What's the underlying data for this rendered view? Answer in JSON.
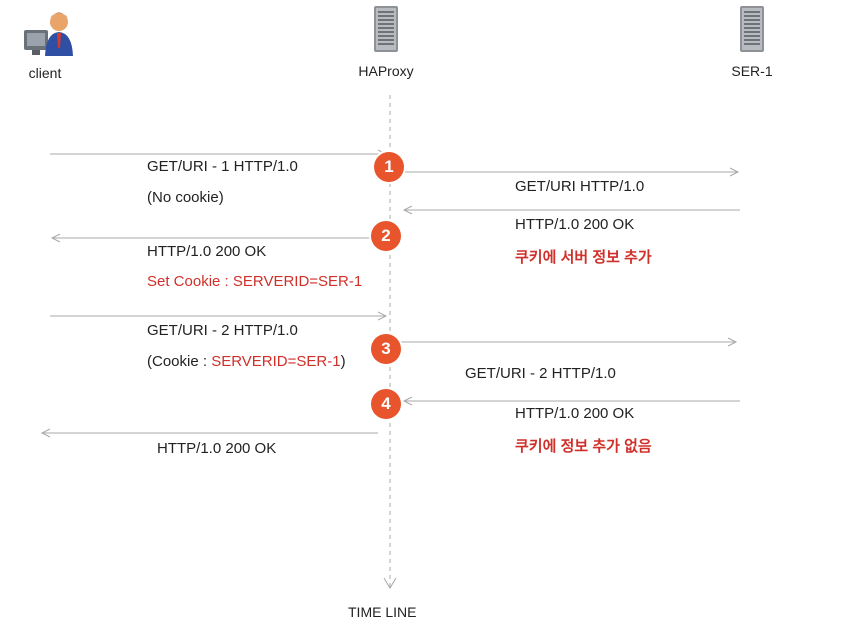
{
  "actors": {
    "client": "client",
    "proxy": "HAProxy",
    "server": "SER-1"
  },
  "steps": [
    "1",
    "2",
    "3",
    "4"
  ],
  "messages": {
    "m1_line1": "GET/URI - 1 HTTP/1.0",
    "m1_line2": "(No cookie)",
    "m1_server": "GET/URI HTTP/1.0",
    "m2_server_line1": "HTTP/1.0 200 OK",
    "m2_server_line2": "쿠키에 서버 정보 추가",
    "m2_client_line1": "HTTP/1.0 200 OK",
    "m2_client_line2": "Set Cookie : SERVERID=SER-1",
    "m3_line1": "GET/URI - 2 HTTP/1.0",
    "m3_line2_prefix": "(Cookie : ",
    "m3_line2_value": "SERVERID=SER-1",
    "m3_line2_suffix": ")",
    "m3_server": "GET/URI - 2 HTTP/1.0",
    "m4_server_line1": "HTTP/1.0 200 OK",
    "m4_server_line2": "쿠키에 정보 추가 없음",
    "m4_client": "HTTP/1.0 200 OK"
  },
  "timeline_label": "TIME LINE",
  "colors": {
    "accent": "#e8542c",
    "highlight_text": "#d0302a",
    "arrow": "#a9a9a9"
  }
}
